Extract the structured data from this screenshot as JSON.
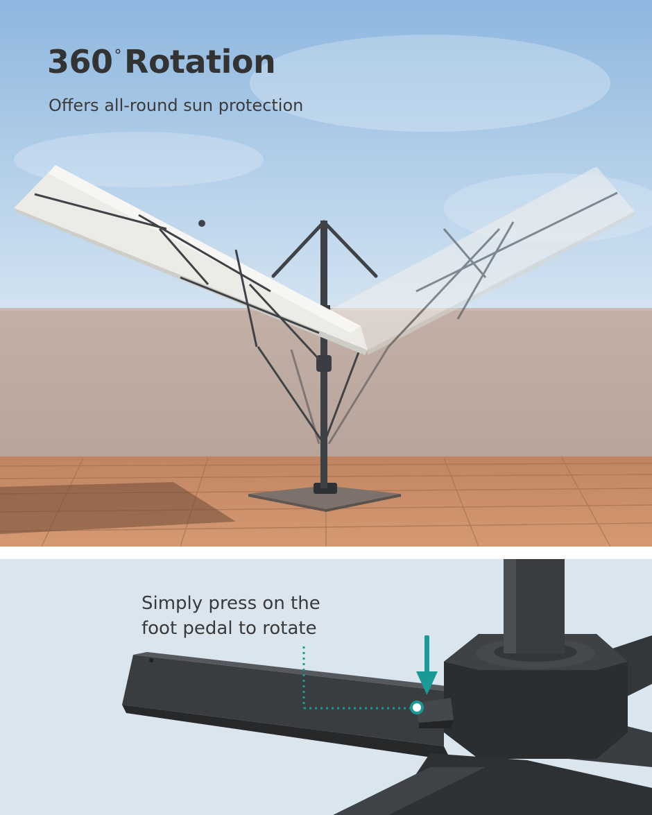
{
  "header": {
    "title_number": "360",
    "title_degree": "°",
    "title_word": "Rotation",
    "subtitle": "Offers all-round sun protection"
  },
  "detail": {
    "callout_line1": "Simply press on the",
    "callout_line2": "foot pedal to rotate"
  },
  "colors": {
    "sky_top": "#8fb9e0",
    "sky_bottom": "#cfe1f1",
    "wall": "#bcaaa1",
    "deck": "#c98e66",
    "canopy": "#ecebe6",
    "frame": "#3f4347",
    "accent_teal": "#1a9a97",
    "detail_bg": "#dbe5ee",
    "base_dark": "#2d3033"
  },
  "icons": {
    "arrow": "down-arrow-icon",
    "marker": "pedal-marker-icon"
  }
}
